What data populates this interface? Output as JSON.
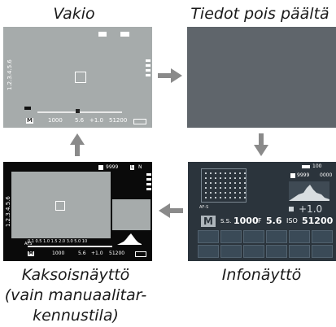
{
  "labels": {
    "standard": "Vakio",
    "info_off": "Tiedot pois päältä",
    "info_display": "Infonäyttö",
    "dual_line1": "Kaksoisnäyttö",
    "dual_line2": "(vain manuaalitar-",
    "dual_line3": "kennustila)"
  },
  "standard_screen": {
    "bottom_left": "M",
    "shutter": "1000",
    "aperture": "5.6",
    "exposure": "+1.0",
    "iso": "51200",
    "side_label": "1.2.3.4.5.6"
  },
  "dual_screen": {
    "shots": "9999",
    "size": "L",
    "aspect": "N",
    "af_mode": "AFS",
    "scale": "0.1 0.5    1.0    1.5    2.0    3.0  5.0  10",
    "mode": "M",
    "shutter": "1000",
    "aperture": "5.6",
    "exposure": "+1.0",
    "iso": "51200",
    "side_label": "1.2.3.4.5.6"
  },
  "info_screen": {
    "shots": "9999",
    "count": "0000",
    "battery": "100",
    "exposure_comp": "+1.0",
    "mode": "M",
    "ss_label": "S.S.",
    "shutter": "1000",
    "f_label": "F",
    "aperture": "5.6",
    "iso_label": "ISO",
    "iso": "51200"
  },
  "colors": {
    "lcd_bg": "#a6abab",
    "info_bg": "#2b343c",
    "arrow": "#8a8a8a"
  }
}
